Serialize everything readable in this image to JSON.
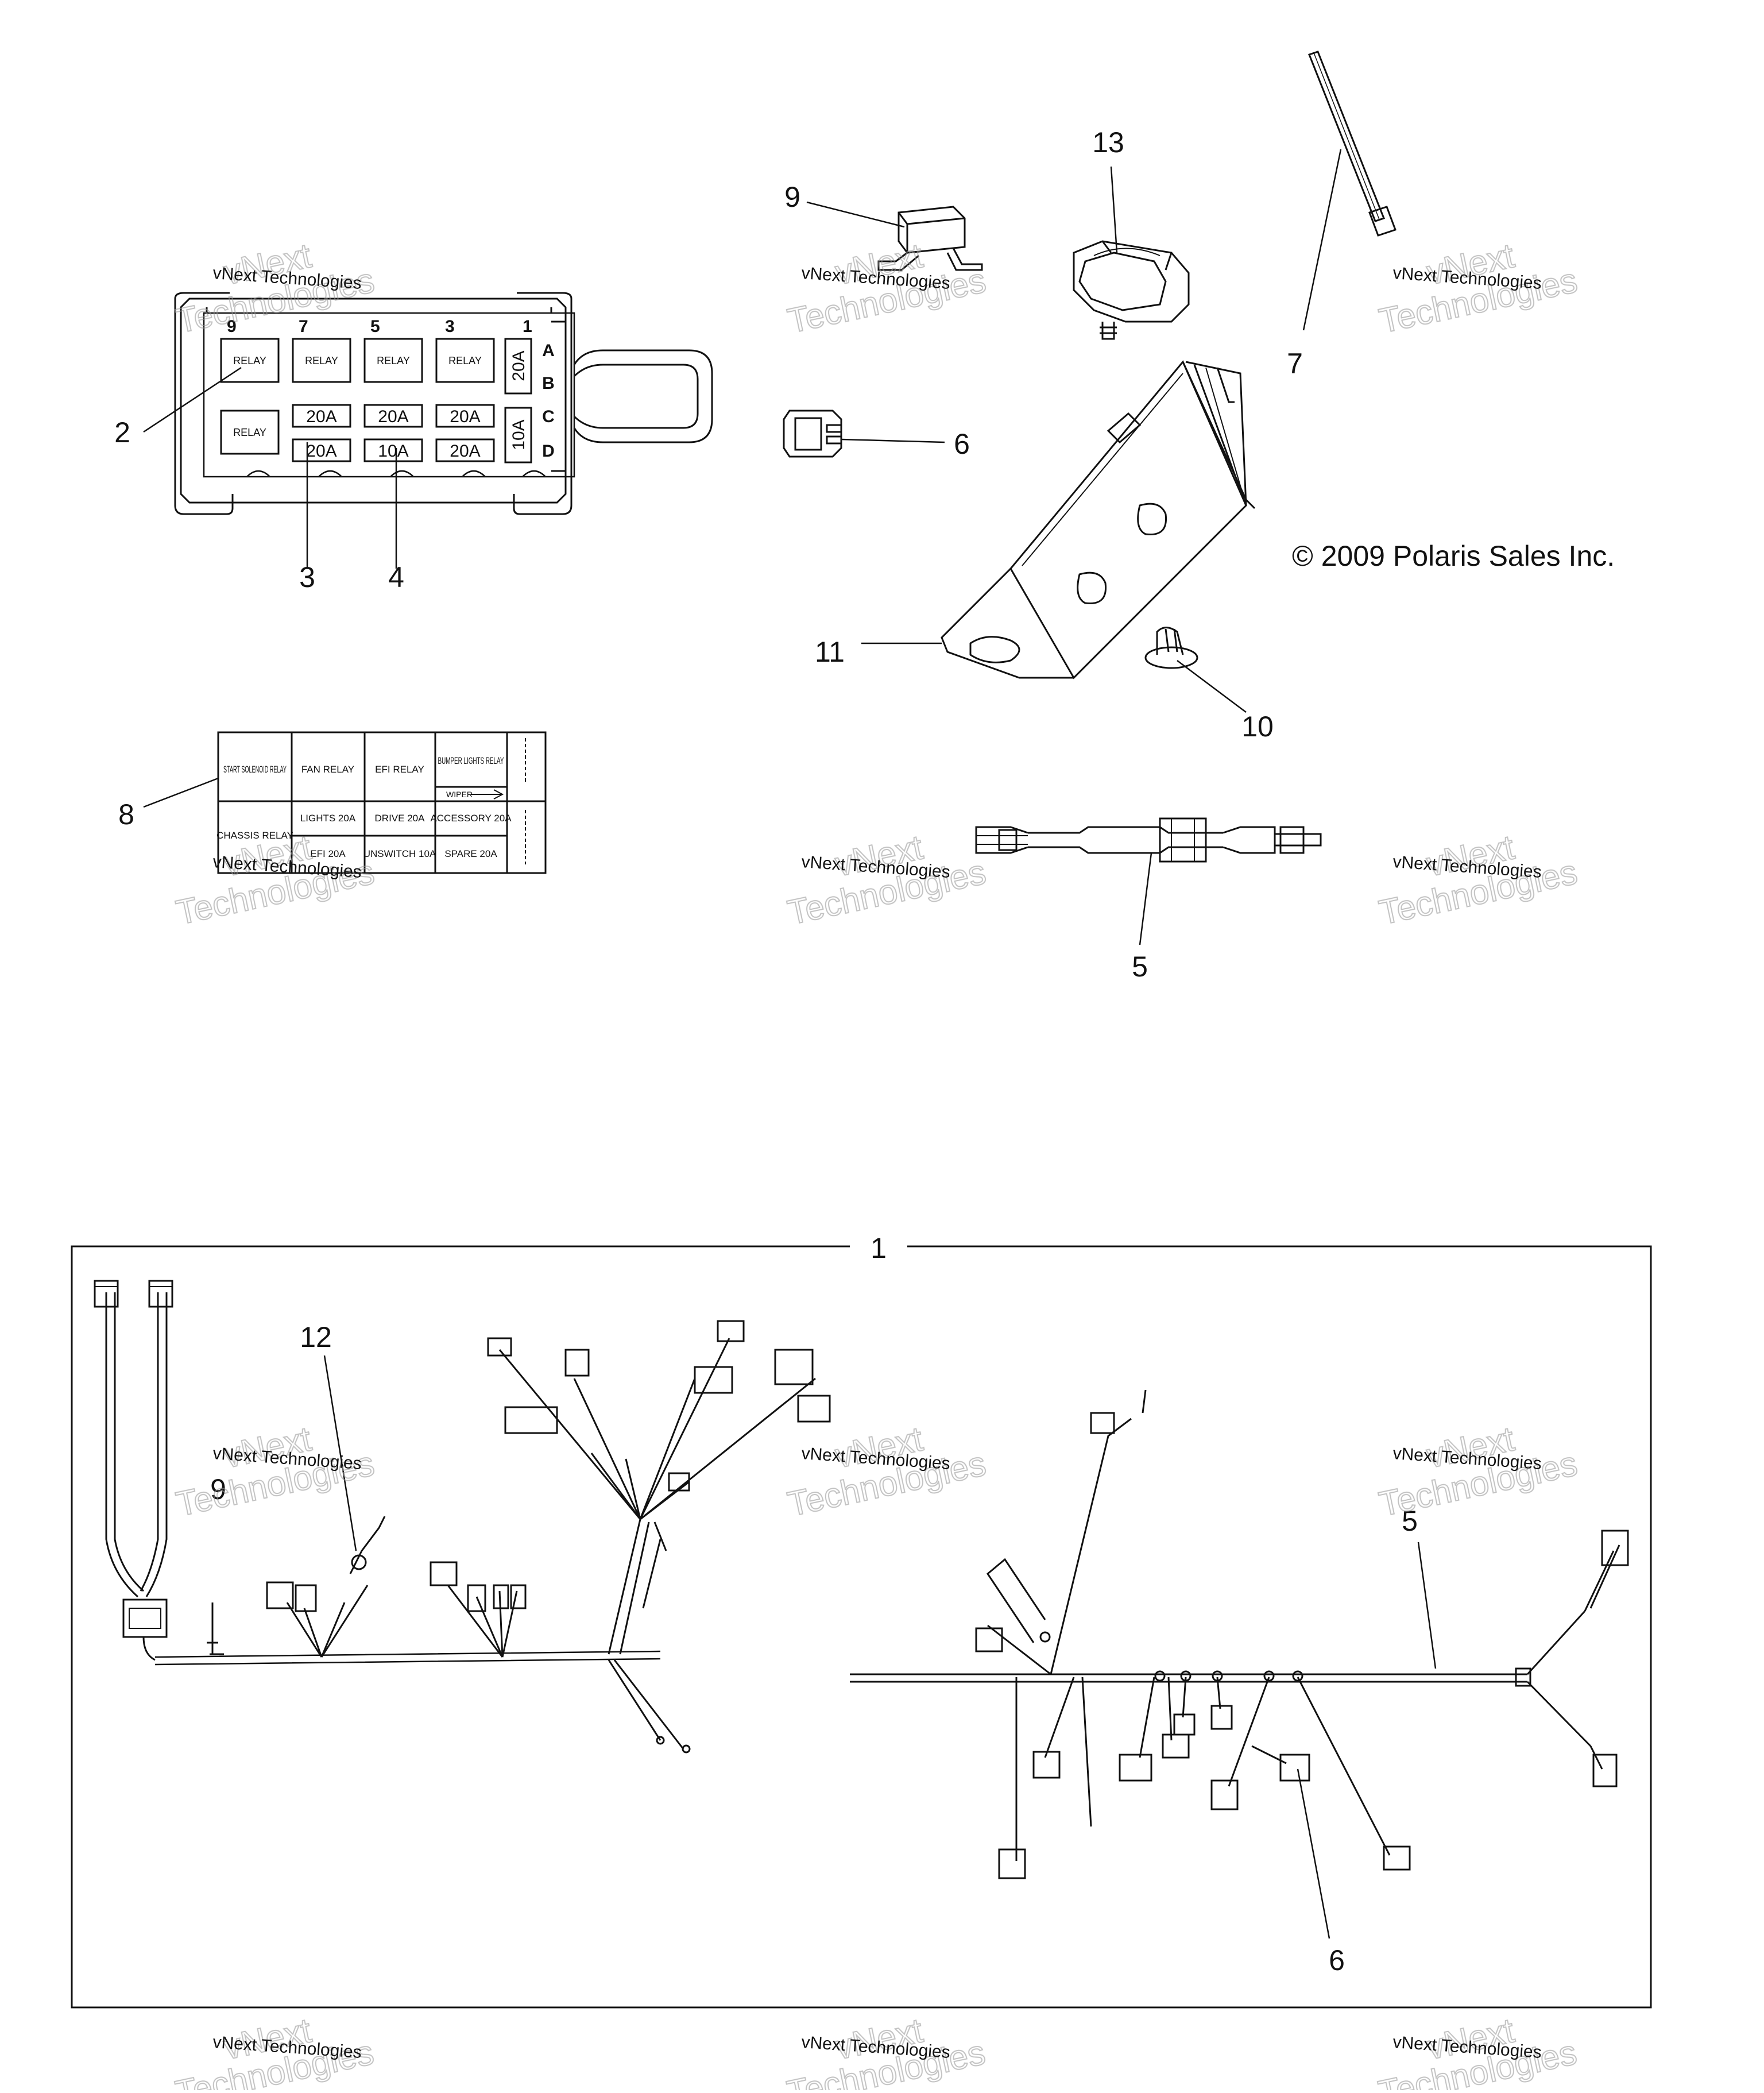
{
  "copyright": "© 2009 Polaris Sales Inc.",
  "callouts": {
    "c1": "1",
    "c2": "2",
    "c3": "3",
    "c4": "4",
    "c5_top": "5",
    "c5_bottom": "5",
    "c6_top": "6",
    "c6_bottom": "6",
    "c7": "7",
    "c8": "8",
    "c9_top": "9",
    "c9_bottom": "9",
    "c10": "10",
    "c11": "11",
    "c12": "12",
    "c13": "13"
  },
  "fuse_box": {
    "position_numbers": [
      "9",
      "7",
      "5",
      "3",
      "1"
    ],
    "relay_label": "RELAY",
    "row_letters": [
      "A",
      "B",
      "C",
      "D"
    ],
    "fuse_row1": [
      "20A",
      "20A",
      "20A"
    ],
    "fuse_row2": [
      "20A",
      "10A",
      "20A"
    ],
    "side_fuse_top": "20A",
    "side_fuse_bottom": "10A"
  },
  "fuse_label": {
    "top_row": [
      "START SOLENOID RELAY",
      "FAN RELAY",
      "EFI RELAY",
      "BUMPER LIGHTS RELAY"
    ],
    "wiper_label": "WIPER",
    "bottom_row": [
      "CHASSIS RELAY",
      "LIGHTS 20A",
      "DRIVE 20A",
      "ACCESSORY 20A"
    ],
    "bottom_row2": [
      "",
      "EFI 20A",
      "UNSWITCH 10A",
      "SPARE 20A"
    ]
  },
  "watermark": {
    "line1": "vNext",
    "line2": "Technologies",
    "line3": "vNext Technologies"
  }
}
